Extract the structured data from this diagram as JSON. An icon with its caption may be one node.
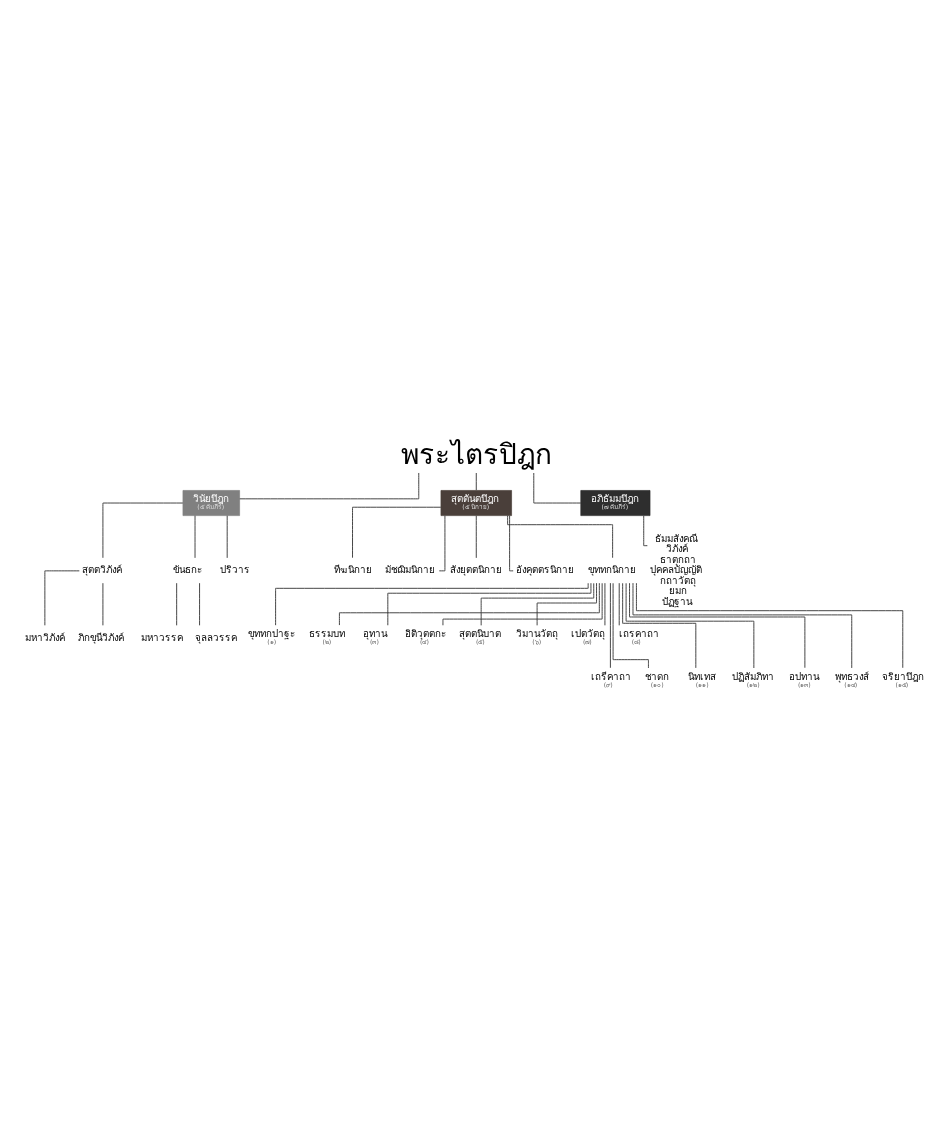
{
  "diagram": {
    "nodes": [
      {
        "text": [
          "พระไตรปิฎก"
        ]
      },
      {
        "text": [
          "วินัยปิฎก",
          "(๕ คัมภีร์)"
        ]
      },
      {
        "text": [
          "สุตตันตปิฎก",
          "(๕ นิกาย)"
        ]
      },
      {
        "text": [
          "อภิธัมมปิฎก",
          "(๗ คัมภีร์)"
        ]
      },
      {
        "text": [
          "สุตตวิภังค์"
        ]
      },
      {
        "text": [
          "ขันธกะ"
        ]
      },
      {
        "text": [
          "ปริวาร"
        ]
      },
      {
        "text": [
          "มหาวรรค"
        ]
      },
      {
        "text": [
          "จุลลวรรค"
        ]
      },
      {
        "text": [
          "มหาวิภังค์"
        ]
      },
      {
        "text": [
          "ภิกขุนีวิภังค์"
        ]
      },
      {
        "text": [
          "ธัมมสังคณี",
          "วิภังค์",
          "ธาตุกถา",
          "ปุคคลบัญญัติ",
          "กถาวัตถุ",
          "ยมก",
          "ปัฏฐาน"
        ]
      },
      {
        "text": [
          "ทีฆนิกาย"
        ]
      },
      {
        "text": [
          "มัชฌิมนิกาย"
        ]
      },
      {
        "text": [
          "สังยุตตนิกาย"
        ]
      },
      {
        "text": [
          "อังคุตตรนิกาย"
        ]
      },
      {
        "text": [
          "ขุททกนิกาย"
        ]
      },
      {
        "text": [
          "ขุททกปาฐะ",
          "(๑)"
        ]
      },
      {
        "text": [
          "ธรรมบท",
          "(๒)"
        ]
      },
      {
        "text": [
          "อุทาน",
          "(๓)"
        ]
      },
      {
        "text": [
          "อิติวุตตกะ",
          "(๔)"
        ]
      },
      {
        "text": [
          "สุตตนิบาต",
          "(๕)"
        ]
      },
      {
        "text": [
          "วิมานวัตถุ",
          "(๖)"
        ]
      },
      {
        "text": [
          "เปตวัตถุ",
          "(๗)"
        ]
      },
      {
        "text": [
          "เถรคาถา",
          "(๘)"
        ]
      },
      {
        "text": [
          "เถรีคาถา",
          "(๙)"
        ]
      },
      {
        "text": [
          "ชาดก",
          "(๑๐)"
        ]
      },
      {
        "text": [
          "นิทเทส",
          "(๑๑)"
        ]
      },
      {
        "text": [
          "ปฏิสัมภิทา",
          "(๑๒)"
        ]
      },
      {
        "text": [
          "อปทาน",
          "(๑๓)"
        ]
      },
      {
        "text": [
          "พุทธวงส์",
          "(๑๔)"
        ]
      },
      {
        "text": [
          "จริยาปิฎก",
          "(๑๕)"
        ]
      }
    ],
    "edges": [
      {
        "from": 0,
        "to": 1,
        "arrow": "none"
      },
      {
        "from": 0,
        "to": 2,
        "arrow": "none"
      },
      {
        "from": 0,
        "to": 3,
        "arrow": "none"
      },
      {
        "from": 1,
        "to": 4,
        "arrow": "none"
      },
      {
        "from": 1,
        "to": 5,
        "arrow": "none"
      },
      {
        "from": 1,
        "to": 6,
        "arrow": "none"
      },
      {
        "from": 5,
        "to": 7,
        "arrow": "none"
      },
      {
        "from": 5,
        "to": 8,
        "arrow": "none"
      },
      {
        "from": 4,
        "to": 9,
        "arrow": "none"
      },
      {
        "from": 4,
        "to": 10,
        "arrow": "none"
      },
      {
        "from": 3,
        "to": 11,
        "arrow": "none"
      },
      {
        "from": 2,
        "to": 12,
        "arrow": "none"
      },
      {
        "from": 2,
        "to": 13,
        "arrow": "none"
      },
      {
        "from": 2,
        "to": 14,
        "arrow": "none"
      },
      {
        "from": 2,
        "to": 15,
        "arrow": "none"
      },
      {
        "from": 2,
        "to": 16,
        "arrow": "none"
      },
      {
        "from": 16,
        "to": 17,
        "arrow": "none"
      },
      {
        "from": 16,
        "to": 18,
        "arrow": "none"
      },
      {
        "from": 16,
        "to": 19,
        "arrow": "none"
      },
      {
        "from": 16,
        "to": 20,
        "arrow": "none"
      },
      {
        "from": 16,
        "to": 21,
        "arrow": "none"
      },
      {
        "from": 16,
        "to": 22,
        "arrow": "none"
      },
      {
        "from": 16,
        "to": 23,
        "arrow": "none"
      },
      {
        "from": 16,
        "to": 24,
        "arrow": "none"
      },
      {
        "from": 16,
        "to": 25,
        "arrow": "none"
      },
      {
        "from": 16,
        "to": 26,
        "arrow": "none"
      },
      {
        "from": 16,
        "to": 27,
        "arrow": "none"
      },
      {
        "from": 16,
        "to": 28,
        "arrow": "none"
      },
      {
        "from": 16,
        "to": 29,
        "arrow": "none"
      },
      {
        "from": 16,
        "to": 30,
        "arrow": "none"
      },
      {
        "from": 16,
        "to": 31,
        "arrow": "none"
      }
    ]
  }
}
